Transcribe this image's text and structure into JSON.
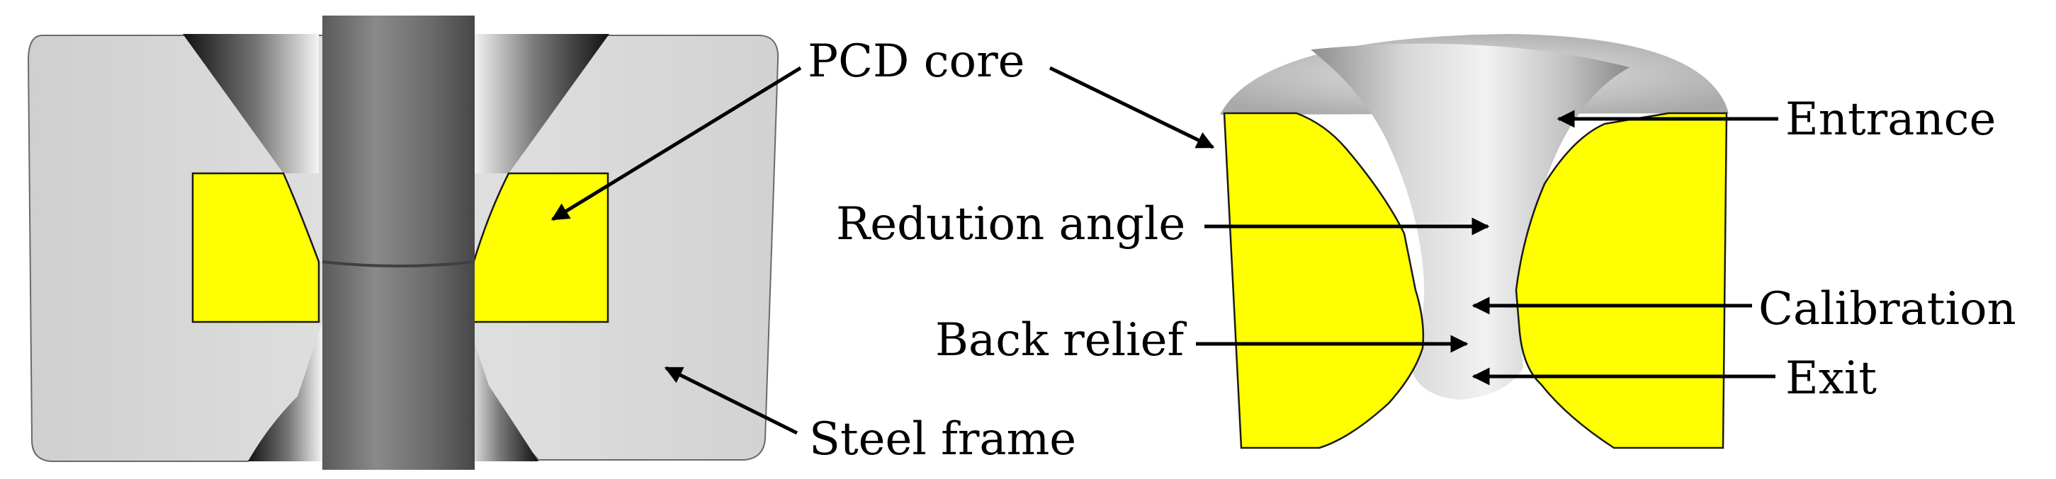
{
  "labels": {
    "pcd_core": "PCD core",
    "steel_frame": "Steel frame",
    "entrance": "Entrance",
    "reduction_angle": "Redution angle",
    "calibration": "Calibration",
    "back_relief": "Back relief",
    "exit": "Exit"
  },
  "colors": {
    "pcd": "#ffff00",
    "steel": "#d9d9d9",
    "wire": "#6e6e6e",
    "outline": "#1a1a1a",
    "arrow": "#000000"
  }
}
